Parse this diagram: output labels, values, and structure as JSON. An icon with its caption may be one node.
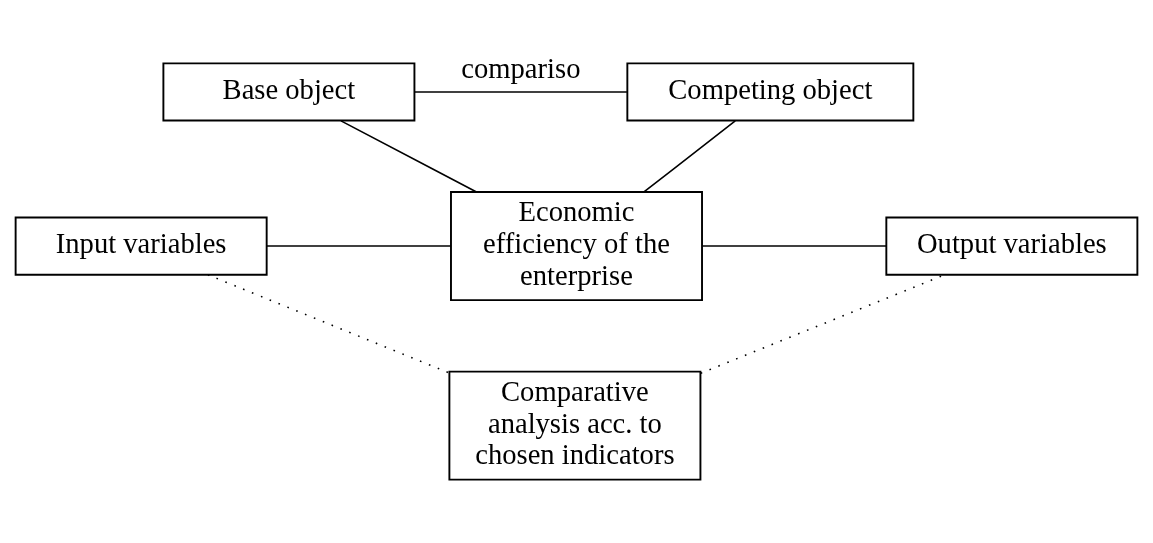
{
  "diagram": {
    "nodes": [
      {
        "text": [
          "Base object"
        ]
      },
      {
        "text": [
          "Competing object"
        ]
      },
      {
        "text": [
          "Economic efficiency of the enterprise"
        ]
      },
      {
        "text": [
          "Input variables"
        ]
      },
      {
        "text": [
          "Output variables"
        ]
      },
      {
        "text": [
          "Comparative analysis acc. to chosen indicators"
        ]
      }
    ],
    "edges": [
      {
        "from": 0,
        "to": 1,
        "arrow": "none",
        "label": "compariso"
      },
      {
        "from": 0,
        "to": 2,
        "arrow": "none"
      },
      {
        "from": 1,
        "to": 2,
        "arrow": "none"
      },
      {
        "from": 3,
        "to": 2,
        "arrow": "none"
      },
      {
        "from": 2,
        "to": 4,
        "arrow": "none"
      },
      {
        "from": 3,
        "to": 5,
        "arrow": "none",
        "style": "dashed"
      },
      {
        "from": 5,
        "to": 4,
        "arrow": "none",
        "style": "dashed"
      }
    ]
  }
}
